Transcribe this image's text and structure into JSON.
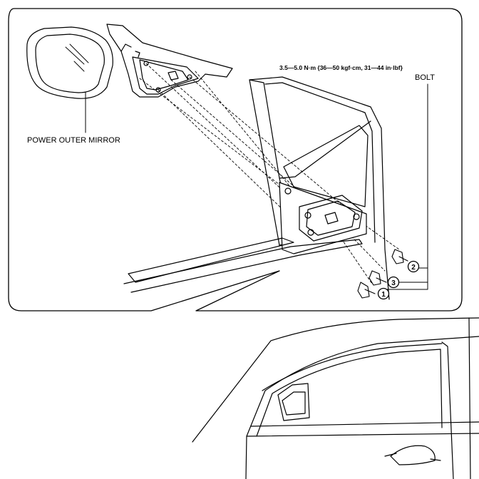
{
  "labels": {
    "mirror": "POWER OUTER MIRROR",
    "torque": "3.5—5.0 N·m {36—50 kgf·cm, 31—44 in·lbf}",
    "bolt": "BOLT"
  },
  "callouts": [
    "1",
    "2",
    "3"
  ]
}
